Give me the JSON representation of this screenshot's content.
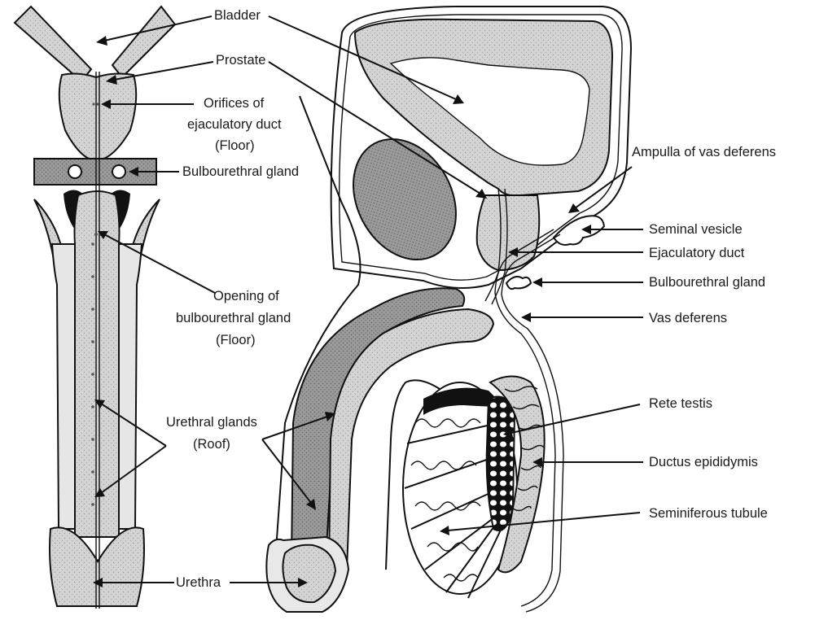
{
  "labels": {
    "bladder": "Bladder",
    "prostate": "Prostate",
    "orifices_1": "Orifices of",
    "orifices_2": "ejaculatory duct",
    "orifices_3": "(Floor)",
    "bulbourethral_left": "Bulbourethral gland",
    "opening_1": "Opening of",
    "opening_2": "bulbourethral gland",
    "opening_3": "(Floor)",
    "urethral_glands_1": "Urethral glands",
    "urethral_glands_2": "(Roof)",
    "urethra": "Urethra",
    "ampulla": "Ampulla of vas deferens",
    "seminal_vesicle": "Seminal vesicle",
    "ejaculatory_duct": "Ejaculatory duct",
    "bulbourethral_right": "Bulbourethral gland",
    "vas_deferens": "Vas deferens",
    "rete_testis": "Rete testis",
    "ductus_epididymis": "Ductus epididymis",
    "seminiferous_tubule": "Seminiferous tubule"
  },
  "colors": {
    "tissue_fill": "#d2d2d2",
    "dark_tissue": "#8a8a8a",
    "outline": "#111111",
    "background": "#ffffff"
  }
}
